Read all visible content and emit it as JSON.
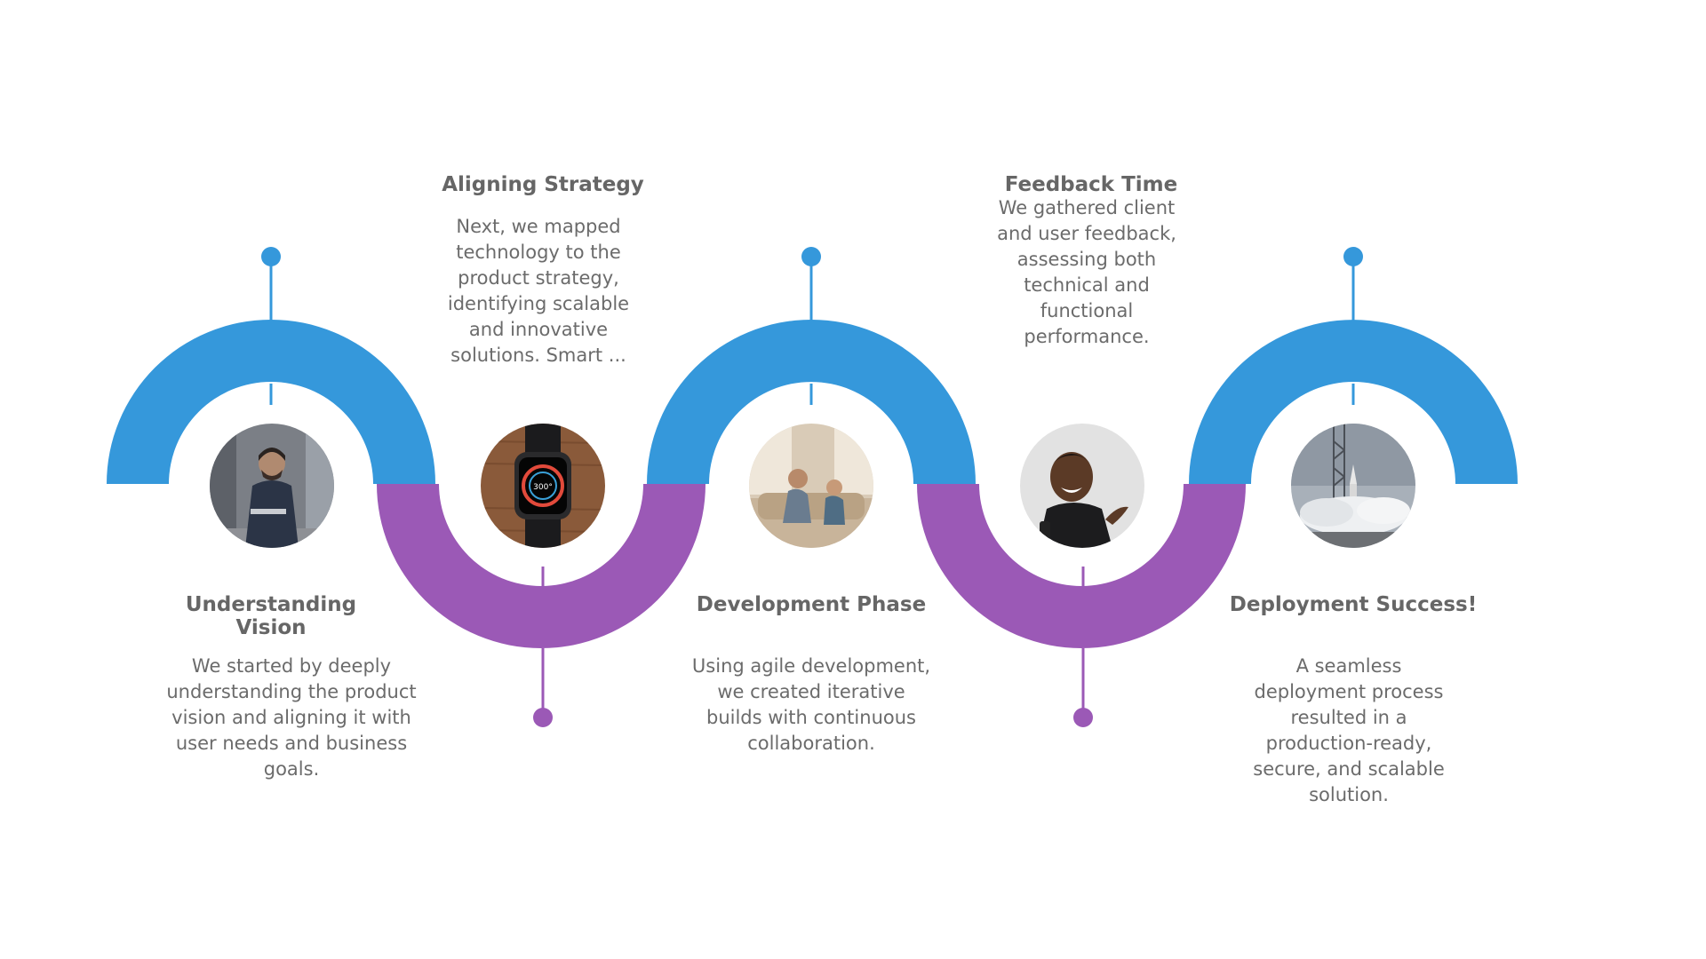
{
  "colors": {
    "upper_arc": "#3598DB",
    "lower_arc": "#9B59B6",
    "title_text": "#666666",
    "body_text": "#6B6B6B"
  },
  "stages": [
    {
      "title": "Understanding Vision",
      "description": "We started by deeply understanding the product vision and aligning it with user needs and business goals.",
      "photo": "man-with-laptop-photo"
    },
    {
      "title": "Aligning Strategy",
      "description": "Next, we mapped technology to the product strategy, identifying scalable and innovative solutions. Smart ...",
      "photo": "smartwatch-photo"
    },
    {
      "title": "Development Phase",
      "description": "Using agile development, we created iterative builds with continuous collaboration.",
      "photo": "family-on-couch-photo"
    },
    {
      "title": "Feedback Time",
      "description": "We gathered client and user feedback, assessing both technical and functional performance.",
      "photo": "laughing-man-photo"
    },
    {
      "title": "Deployment Success!",
      "description": "A seamless deployment process resulted in a production-ready, secure, and scalable solution.",
      "photo": "rocket-launch-photo"
    }
  ]
}
